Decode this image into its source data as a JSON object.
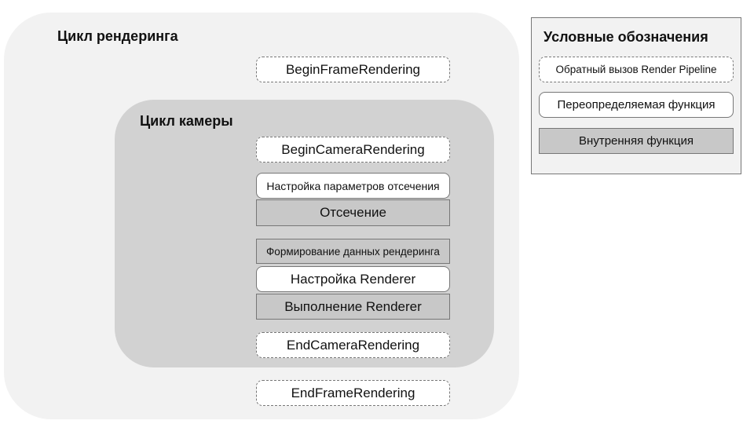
{
  "render_loop": {
    "title": "Цикл рендеринга",
    "begin_frame": "BeginFrameRendering",
    "end_frame": "EndFrameRendering"
  },
  "camera_loop": {
    "title": "Цикл камеры",
    "begin_camera": "BeginCameraRendering",
    "culling_params": "Настройка параметров отсечения",
    "culling": "Отсечение",
    "render_data": "Формирование данных рендеринга",
    "renderer_setup": "Настройка Renderer",
    "renderer_execute": "Выполнение Renderer",
    "end_camera": "EndCameraRendering"
  },
  "legend": {
    "title": "Условные обозначения",
    "callback": "Обратный вызов Render Pipeline",
    "override": "Переопределяемая функция",
    "internal": "Внутренняя функция"
  },
  "colors": {
    "render_loop_bg": "#f2f2f2",
    "camera_loop_bg": "#d2d2d2",
    "internal_bg": "#c8c8c8",
    "border": "#777777"
  }
}
